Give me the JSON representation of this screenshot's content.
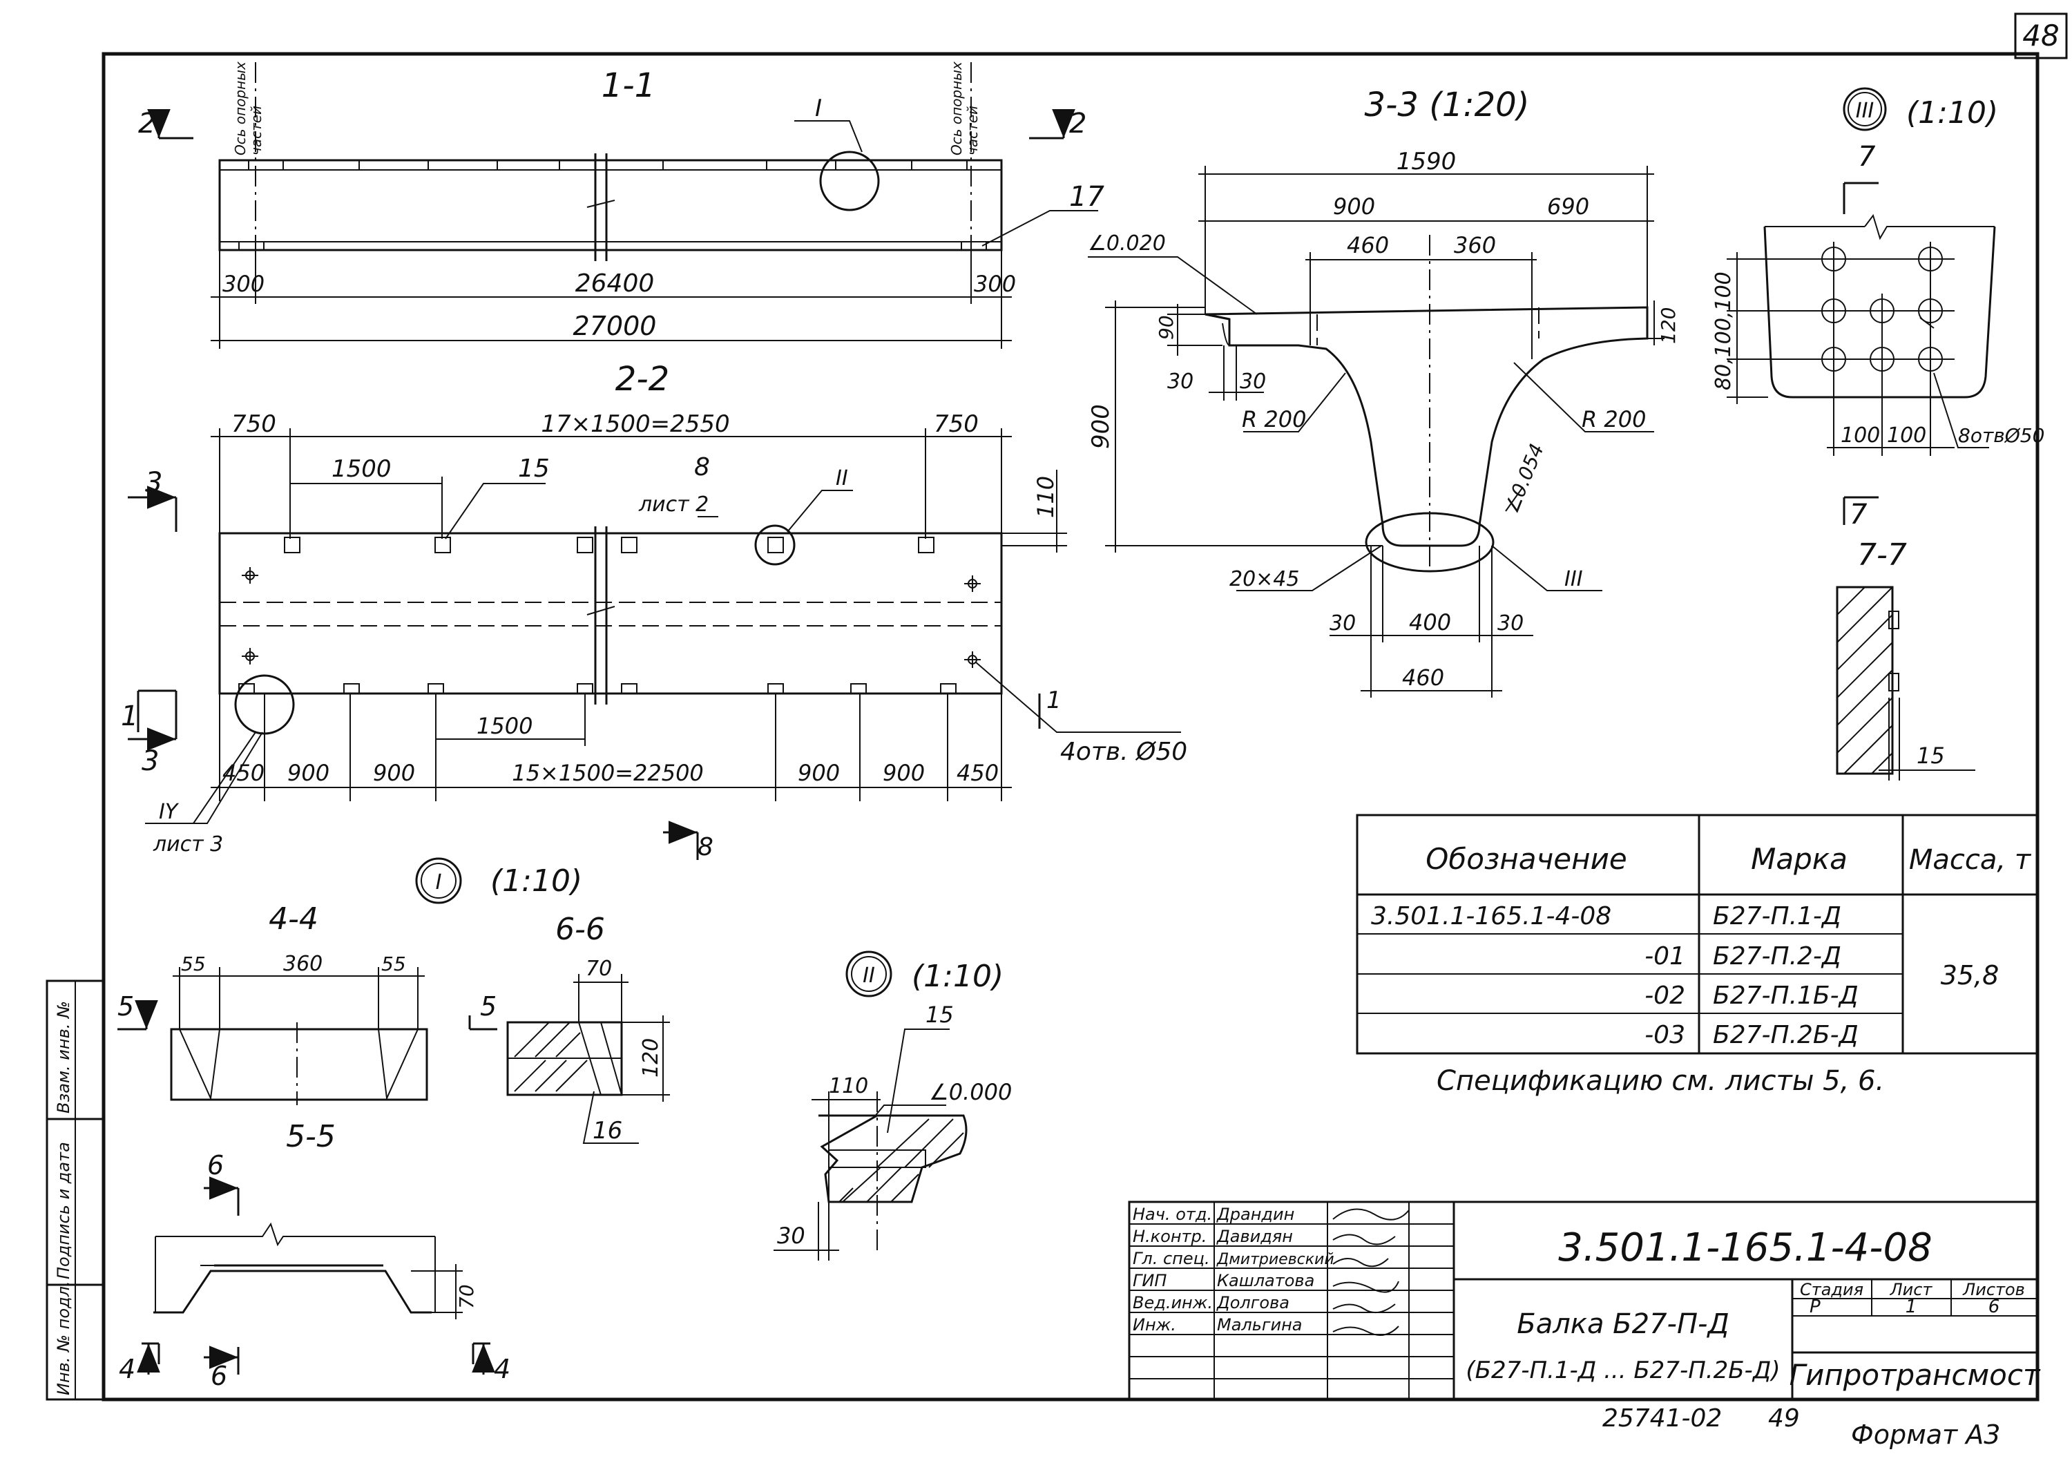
{
  "sheet": {
    "corner_number": "48",
    "bottom_code": "25741-02",
    "bottom_page": "49",
    "format": "Формат А3"
  },
  "side_stamp": [
    "Инв. № подл.",
    "Подпись и дата",
    "Взам. инв. №"
  ],
  "views": {
    "v11": {
      "title": "1-1",
      "cut": "2",
      "left_note": [
        "Ось опорных",
        "частей"
      ],
      "right_note": [
        "Ось опорных",
        "частей"
      ],
      "callout": "I",
      "pos": "17",
      "dims": {
        "left": "300",
        "mid": "26400",
        "right": "300",
        "total": "27000"
      }
    },
    "v22": {
      "title": "2-2",
      "cut_left": "3",
      "cut_bottom": "1",
      "top_dims": {
        "a": "750",
        "b": "17×1500=2550",
        "c": "750",
        "d": "1500",
        "e": "110"
      },
      "pos15": "15",
      "sheet_ref_num": "8",
      "sheet_ref": "лист 2",
      "callout_ii": "II",
      "callout_iv": "IY",
      "callout_iv_sheet": "лист 3",
      "holes": "4отв. Ø50",
      "bottom_dims": {
        "d1": "450",
        "d2": "900",
        "d3": "900",
        "d4": "1500",
        "d5": "15×1500=22500",
        "d6": "900",
        "d7": "900",
        "d8": "450"
      },
      "cut8": "8"
    },
    "v33": {
      "title": "3-3 (1:20)",
      "dims": {
        "w": "1590",
        "a": "900",
        "b": "690",
        "c": "460",
        "d": "360",
        "h": "900",
        "f1": "90",
        "f2": "120",
        "s1": "30",
        "s2": "30",
        "b1": "30",
        "b2": "400",
        "b3": "30",
        "b4": "460"
      },
      "slope_top": "∠0.020",
      "slope_web": "∠0.054",
      "r1": "R 200",
      "r2": "R 200",
      "chamfer": "20×45",
      "callout": "III"
    },
    "viii": {
      "label": "III",
      "scale": "(1:10)",
      "cut": "7",
      "dims": {
        "v": "80,100,100",
        "h1": "100",
        "h2": "100"
      },
      "holes": "8отвØ50"
    },
    "v77": {
      "title": "7-7",
      "dim": "15"
    },
    "vi": {
      "label": "I",
      "scale": "(1:10)"
    },
    "v44": {
      "title": "4-4",
      "cut": "5",
      "dims": {
        "a": "55",
        "b": "360",
        "c": "55"
      }
    },
    "v66": {
      "title": "6-6",
      "dims": {
        "a": "70",
        "h": "120"
      },
      "pos": "16"
    },
    "v55": {
      "title": "5-5",
      "cut_top": "6",
      "cut_bottom_l": "4",
      "cut_bottom_r": "4",
      "cut_bottom_m": "6",
      "dim": "70"
    },
    "vii": {
      "label": "II",
      "scale": "(1:10)",
      "pos": "15",
      "dim1": "110",
      "slope": "∠0.000",
      "dim2": "30"
    }
  },
  "spec": {
    "headers": [
      "Обозначение",
      "Марка",
      "Масса, т"
    ],
    "rows": [
      {
        "code": "3.501.1-165.1-4-08",
        "mark": "Б27-П.1-Д"
      },
      {
        "code": "-01",
        "mark": "Б27-П.2-Д"
      },
      {
        "code": "-02",
        "mark": "Б27-П.1Б-Д"
      },
      {
        "code": "-03",
        "mark": "Б27-П.2Б-Д"
      }
    ],
    "mass": "35,8",
    "note": "Спецификацию см. листы 5, 6."
  },
  "title_block": {
    "roles": [
      "Нач. отд.",
      "Н.контр.",
      "Гл. спец.",
      "ГИП",
      "Вед.инж.",
      "Инж."
    ],
    "names": [
      "Драндин",
      "Давидян",
      "Дмитриевский",
      "Кашлатова",
      "Долгова",
      "Мальгина"
    ],
    "code": "3.501.1-165.1-4-08",
    "name1": "Балка Б27-П-Д",
    "name2": "(Б27-П.1-Д ... Б27-П.2Б-Д)",
    "stage_h": "Стадия",
    "sheet_h": "Лист",
    "sheets_h": "Листов",
    "stage": "Р",
    "sheet": "1",
    "sheets": "6",
    "org": "Гипротрансмост"
  }
}
